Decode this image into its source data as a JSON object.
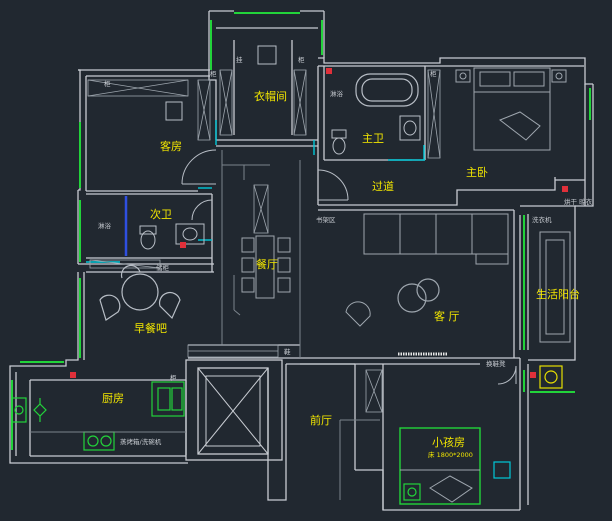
{
  "colors": {
    "background": "#212830",
    "wall": "#c8ccd2",
    "window": "#22d33a",
    "door": "#00c8d8",
    "label": "#f2e600",
    "fixture": "#b8bec6",
    "furniture": "#9ea6ae",
    "red_mark": "#e0303a",
    "blue_mark": "#2f4fe0"
  },
  "rooms": {
    "walk_in_closet": "衣帽间",
    "guest_room": "客房",
    "master_bath": "主卫",
    "master_bedroom": "主卧",
    "corridor": "过道",
    "guest_bath": "次卫",
    "dining_room": "餐厅",
    "living_room": "客 厅",
    "utility_balcony": "生活阳台",
    "breakfast_bar": "早餐吧",
    "kitchen": "厨房",
    "foyer": "前厅",
    "kids_room": "小孩房"
  },
  "small_labels": {
    "hang_1": "挂",
    "hang_2": "柜",
    "hang_3": "柜",
    "hang_4": "柜",
    "shower_guest": "淋浴",
    "shower_master": "淋浴",
    "study_area": "书架区",
    "cabinet": "储柜",
    "shoe_cabinet": "鞋",
    "kids_room_sub": "床 1800*2000",
    "oven_note": "蒸烤箱/洗碗机",
    "shoe_bench": "换鞋凳",
    "washer_note": "洗衣机",
    "dryer_note": "烘干 晾衣",
    "kitchen_cab": "柜",
    "fridge_note": "柜"
  }
}
